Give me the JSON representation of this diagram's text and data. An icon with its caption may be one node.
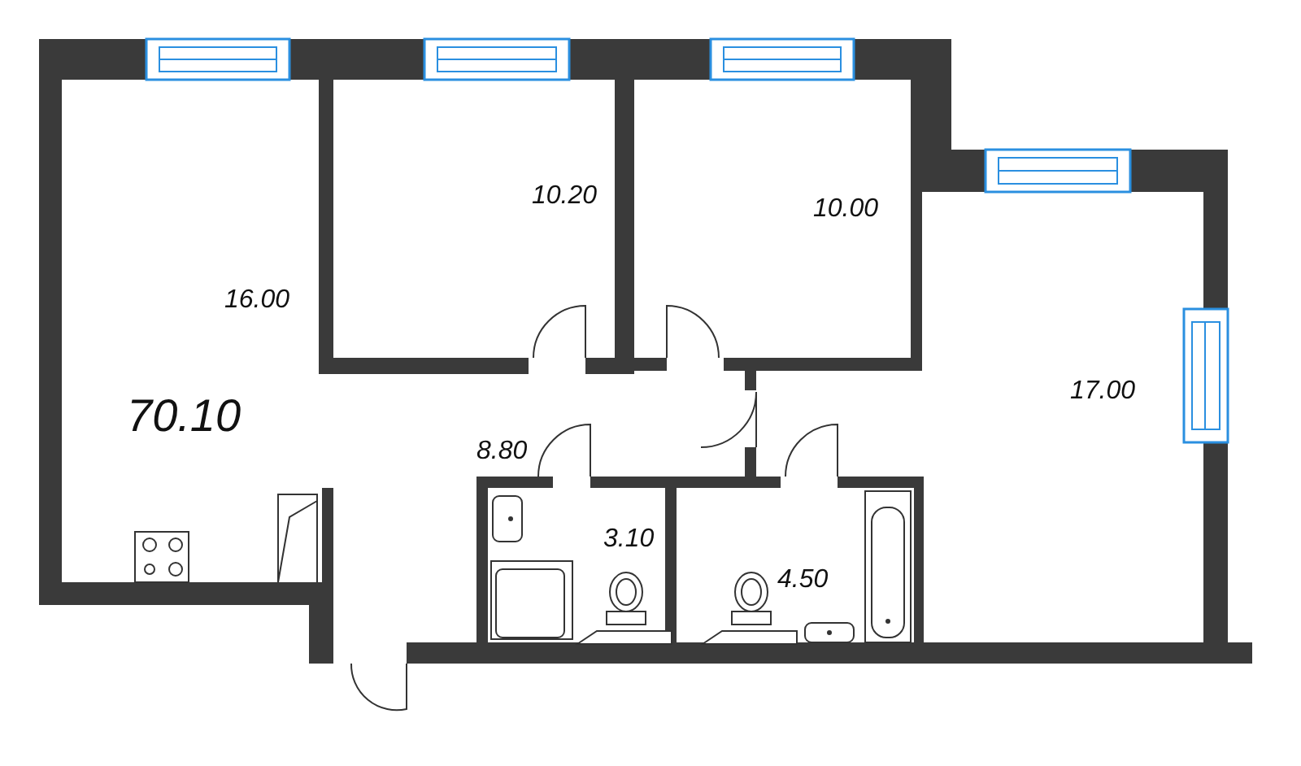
{
  "diagram": {
    "labels": [
      "10.20",
      "10.00",
      "16.00",
      "17.00",
      "70.10",
      "8.80",
      "3.10",
      "4.50"
    ]
  }
}
